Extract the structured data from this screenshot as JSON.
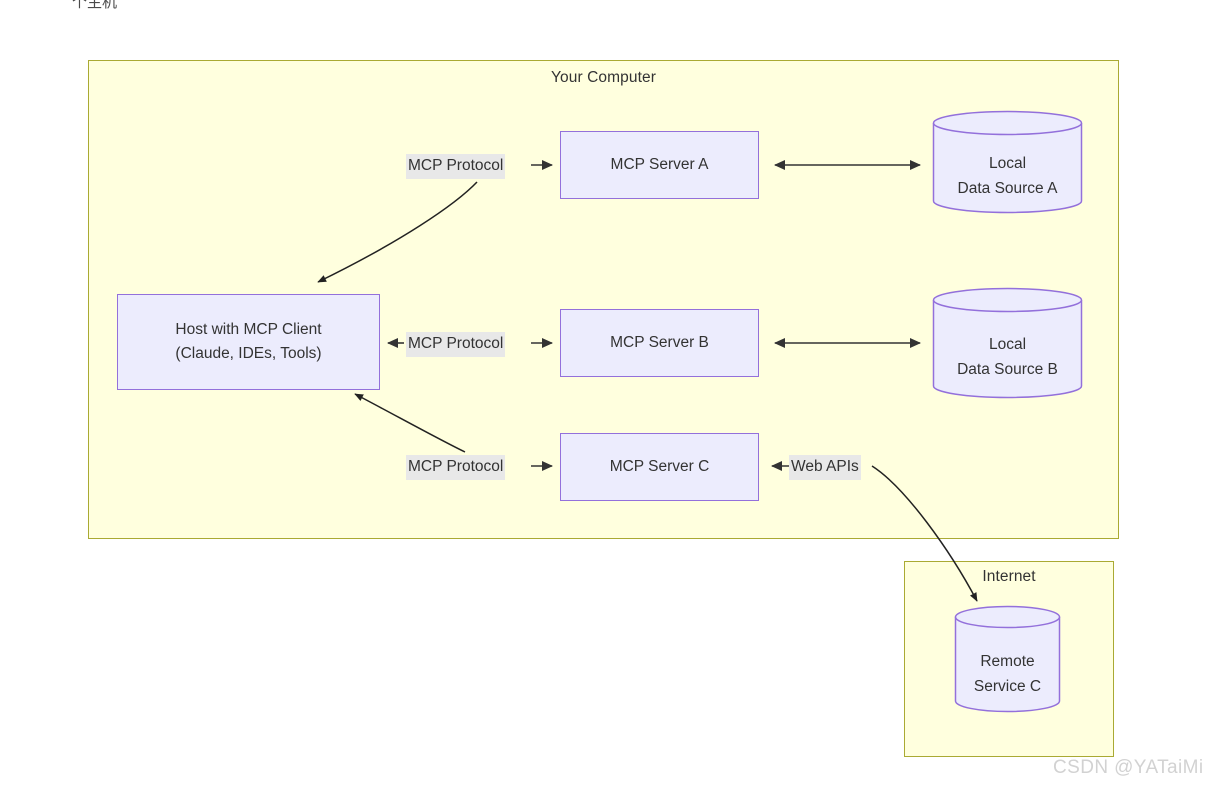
{
  "page": {
    "top_clipped_text": "个主机",
    "watermark": "CSDN @YATaiMi",
    "background": "#ffffff"
  },
  "colors": {
    "group_fill": "#ffffde",
    "group_border": "#aaaa33",
    "node_fill": "#ececfd",
    "node_border": "#9370db",
    "edge_stroke": "#333333",
    "label_bg": "#e8e8e8",
    "text": "#333333",
    "watermark": "#d2d2d2"
  },
  "groups": [
    {
      "id": "your-computer",
      "title": "Your Computer"
    },
    {
      "id": "internet",
      "title": "Internet"
    }
  ],
  "nodes": {
    "host": {
      "line1": "Host with MCP Client",
      "line2": "(Claude, IDEs, Tools)"
    },
    "server_a": {
      "label": "MCP Server A"
    },
    "server_b": {
      "label": "MCP Server B"
    },
    "server_c": {
      "label": "MCP Server C"
    },
    "data_source_a": {
      "line1": "Local",
      "line2": "Data Source A"
    },
    "data_source_b": {
      "line1": "Local",
      "line2": "Data Source B"
    },
    "remote_service_c": {
      "line1": "Remote",
      "line2": "Service C"
    }
  },
  "edges": [
    {
      "id": "host-server-a",
      "label": "MCP Protocol",
      "from": "host",
      "to": "server_a",
      "kind": "curved"
    },
    {
      "id": "server-a-source-a",
      "label": "",
      "from": "server_a",
      "to": "data_source_a",
      "kind": "bidirectional"
    },
    {
      "id": "host-server-b",
      "label": "MCP Protocol",
      "from": "host",
      "to": "server_b",
      "kind": "bidirectional"
    },
    {
      "id": "server-b-source-b",
      "label": "",
      "from": "server_b",
      "to": "data_source_b",
      "kind": "bidirectional"
    },
    {
      "id": "host-server-c",
      "label": "MCP Protocol",
      "from": "host",
      "to": "server_c",
      "kind": "curved"
    },
    {
      "id": "server-c-remote",
      "label": "Web APIs",
      "from": "remote_service_c",
      "to": "server_c",
      "kind": "curved"
    }
  ]
}
